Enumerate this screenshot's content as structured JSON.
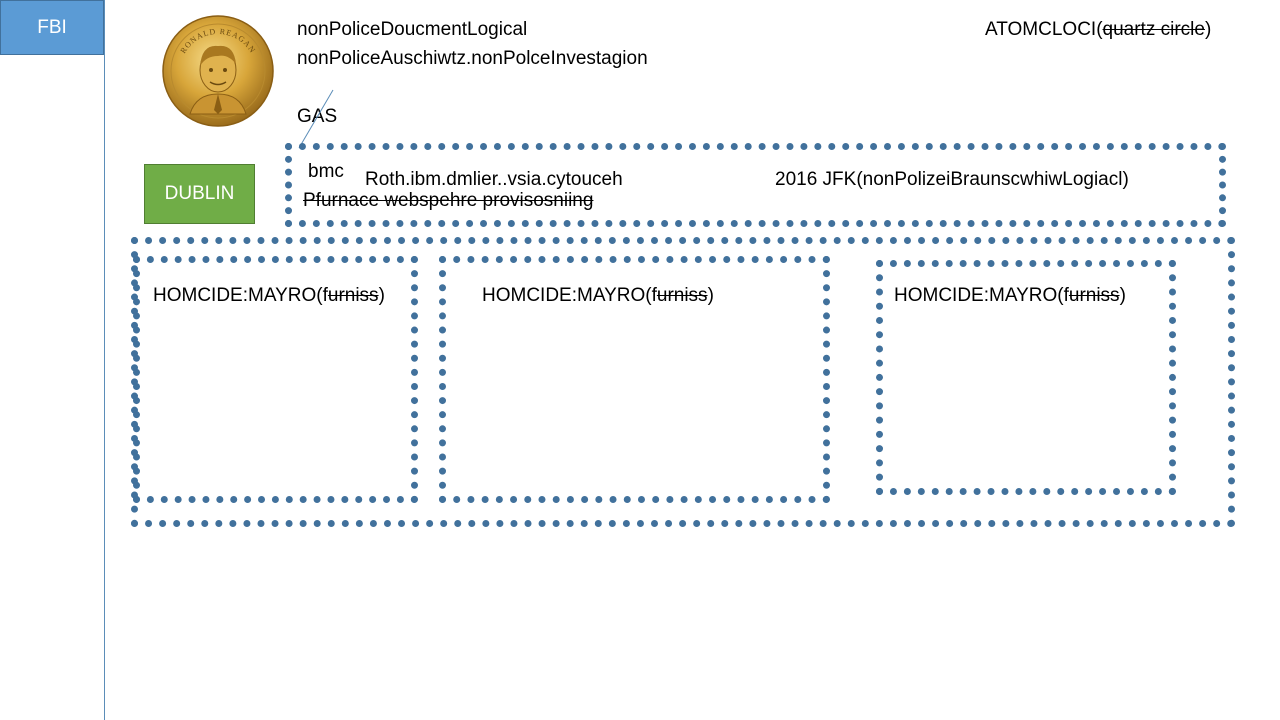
{
  "slide": {
    "fbi_label": "FBI",
    "dublin_label": "DUBLIN",
    "header": {
      "line1": "nonPoliceDoucmentLogical",
      "line2": "nonPoliceAuschiwtz.nonPolceInvestagion",
      "gas": "GAS"
    },
    "atom": {
      "prefix": "ATOMCLOCI(",
      "struck": "quartz circle",
      "suffix": ")"
    },
    "coin": {
      "inscription": "RONALD REAGAN",
      "icon": "presidential-dollar-coin"
    },
    "top_box": {
      "bmc": "bmc",
      "roth": "Roth.ibm.dmlier..vsia.cytouceh",
      "jfk": "2016 JFK(nonPolizeiBraunscwhiwLogiacl)",
      "pfurnace": "Pfurnace webspehre provisosniing"
    },
    "boxes": [
      {
        "prefix": "HOMCIDE:MAYRO(",
        "plain": "f",
        "struck": "urniss",
        "suffix": ")"
      },
      {
        "prefix": "HOMCIDE:MAYRO(",
        "plain": "f",
        "struck": "urniss",
        "suffix": ")"
      },
      {
        "prefix": "HOMCIDE:MAYRO(",
        "plain": "f",
        "struck": "urniss",
        "suffix": ")"
      }
    ],
    "colors": {
      "fbi_fill": "#5b9bd5",
      "dublin_fill": "#70ad47",
      "dotted_border": "#41719c",
      "coin_gold": "#d8a63a"
    }
  }
}
